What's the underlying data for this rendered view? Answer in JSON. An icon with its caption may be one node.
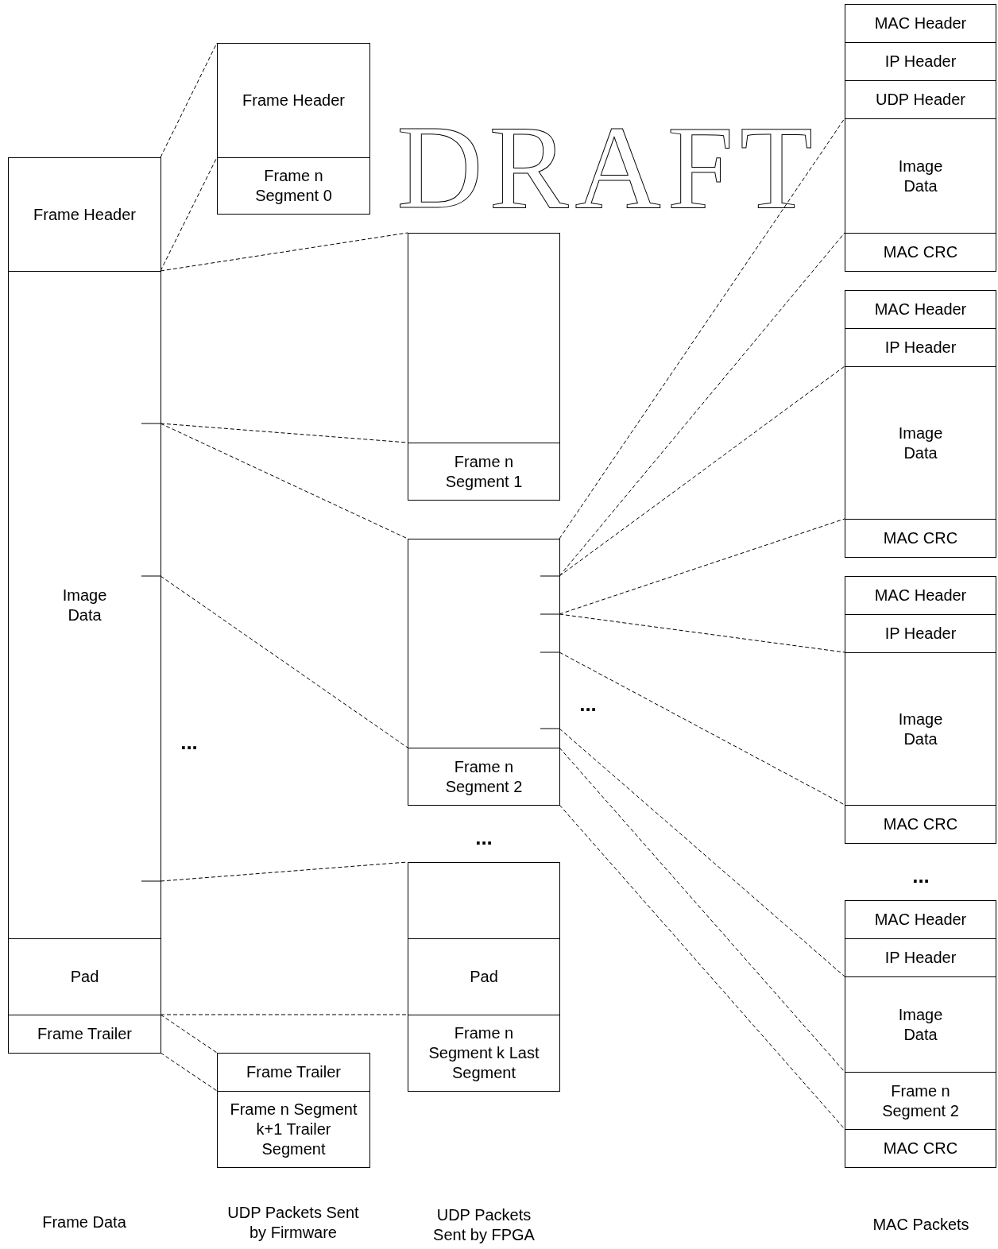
{
  "diagram": {
    "nodes": [
      {
        "text": [
          "Frame Header"
        ]
      },
      {
        "text": [
          "Image Data"
        ]
      },
      {
        "text": [
          "Pad"
        ]
      },
      {
        "text": [
          "Frame Trailer"
        ]
      },
      {
        "text": [
          "Frame Header"
        ]
      },
      {
        "text": [
          "Frame n Segment 0"
        ]
      },
      {
        "text": [
          "Frame Trailer"
        ]
      },
      {
        "text": [
          "Frame n Segment k+1 Trailer Segment"
        ]
      },
      {
        "text": [],
        "shape": "box"
      },
      {
        "text": [
          "Frame n Segment 1"
        ]
      },
      {
        "text": [],
        "shape": "box"
      },
      {
        "text": [
          "Frame n Segment 2"
        ]
      },
      {
        "text": [],
        "shape": "box"
      },
      {
        "text": [
          "Pad"
        ]
      },
      {
        "text": [
          "Frame n Segment k Last Segment"
        ]
      },
      {
        "text": [
          "MAC Header"
        ]
      },
      {
        "text": [
          "IP Header"
        ]
      },
      {
        "text": [
          "UDP Header"
        ]
      },
      {
        "text": [
          "Image Data"
        ]
      },
      {
        "text": [
          "MAC CRC"
        ]
      },
      {
        "text": [
          "MAC Header"
        ]
      },
      {
        "text": [
          "IP Header"
        ]
      },
      {
        "text": [
          "Image Data"
        ]
      },
      {
        "text": [
          "MAC CRC"
        ]
      },
      {
        "text": [
          "MAC Header"
        ]
      },
      {
        "text": [
          "IP Header"
        ]
      },
      {
        "text": [
          "Image Data"
        ]
      },
      {
        "text": [
          "MAC CRC"
        ]
      },
      {
        "text": [
          "MAC Header"
        ]
      },
      {
        "text": [
          "IP Header"
        ]
      },
      {
        "text": [
          "Image Data"
        ]
      },
      {
        "text": [
          "Frame n Segment 2"
        ]
      },
      {
        "text": [
          "MAC CRC"
        ]
      }
    ],
    "edges": [
      {
        "from": 0,
        "to": 4,
        "arrow": "none",
        "style": "dashed"
      },
      {
        "from": 0,
        "to": 4,
        "arrow": "none",
        "style": "dashed"
      },
      {
        "from": 1,
        "to": 8,
        "arrow": "none",
        "style": "dashed"
      },
      {
        "from": 1,
        "to": 8,
        "arrow": "none",
        "style": "dashed"
      },
      {
        "from": 1,
        "to": 10,
        "arrow": "none",
        "style": "dashed"
      },
      {
        "from": 1,
        "to": 10,
        "arrow": "none",
        "style": "dashed"
      },
      {
        "from": 1,
        "to": 12,
        "arrow": "none",
        "style": "dashed"
      },
      {
        "from": 2,
        "to": 13,
        "arrow": "none",
        "style": "dashed"
      },
      {
        "from": 3,
        "to": 6,
        "arrow": "none",
        "style": "dashed"
      },
      {
        "from": 3,
        "to": 6,
        "arrow": "none",
        "style": "dashed"
      },
      {
        "from": 10,
        "to": 18,
        "arrow": "none",
        "style": "dashed"
      },
      {
        "from": 10,
        "to": 18,
        "arrow": "none",
        "style": "dashed"
      },
      {
        "from": 10,
        "to": 22,
        "arrow": "none",
        "style": "dashed"
      },
      {
        "from": 10,
        "to": 22,
        "arrow": "none",
        "style": "dashed"
      },
      {
        "from": 10,
        "to": 26,
        "arrow": "none",
        "style": "dashed"
      },
      {
        "from": 10,
        "to": 26,
        "arrow": "none",
        "style": "dashed"
      },
      {
        "from": 10,
        "to": 30,
        "arrow": "none",
        "style": "dashed"
      },
      {
        "from": 11,
        "to": 31,
        "arrow": "none",
        "style": "dashed"
      },
      {
        "from": 11,
        "to": 31,
        "arrow": "none",
        "style": "dashed"
      }
    ],
    "labels": [
      "DRAFT",
      "...",
      "...",
      "...",
      "...",
      "Frame Data",
      "UDP Packets Sent by Firmware",
      "UDP Packets Sent by FPGA",
      "MAC Packets"
    ]
  }
}
